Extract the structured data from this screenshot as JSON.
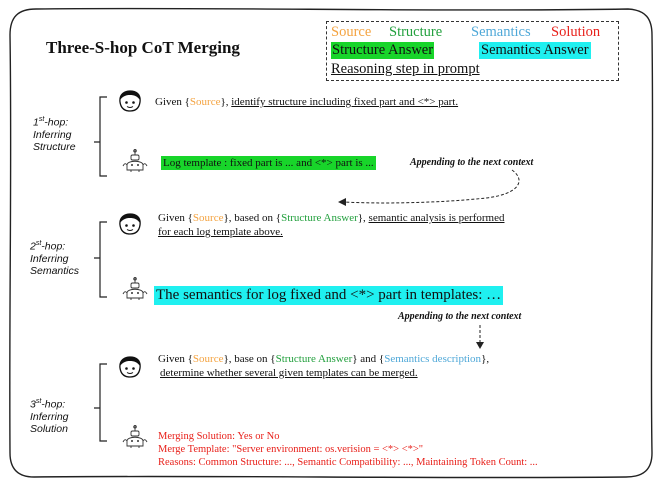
{
  "title": "Three-S-hop CoT Merging",
  "legend": {
    "source": "Source",
    "structure": "Structure",
    "semantics": "Semantics",
    "solution": "Solution",
    "structure_answer": "Structure Answer",
    "semantics_answer": "Semantics Answer",
    "reasoning_step": "Reasoning step in prompt"
  },
  "colors": {
    "source": "#f4a340",
    "structure": "#23a03e",
    "semantics": "#4fa8d8",
    "solution": "#e8211b",
    "structure_answer_bg": "#18d52a",
    "semantics_answer_bg": "#1ff0f0"
  },
  "hops": [
    {
      "sup": "st",
      "num": "1",
      "line1": "-hop:",
      "line2": "Inferring",
      "line3": "Structure",
      "prompt": {
        "given": "Given {",
        "source": "Source",
        "mid": "}, ",
        "reasoning": "identify structure including fixed part and <*> part."
      },
      "answer": "Log template : fixed part is ... and <*> part is ..."
    },
    {
      "sup": "st",
      "num": "2",
      "line1": "-hop:",
      "line2": "Inferring",
      "line3": "Semantics",
      "prompt": {
        "given": "Given {",
        "source": "Source",
        "mid": "}, based on {",
        "structure_answer": "Structure Answer",
        "mid2": "}, ",
        "reasoning_a": "semantic analysis is performed",
        "reasoning_b": "for each log template above."
      },
      "answer": "The semantics for log fixed and <*> part in templates: …"
    },
    {
      "sup": "st",
      "num": "3",
      "line1": "-hop:",
      "line2": "Inferring",
      "line3": "Solution",
      "prompt": {
        "given": "Given {",
        "source": "Source",
        "mid": "}, base on {",
        "structure_answer": "Structure Answer",
        "mid2": "} and {",
        "semantics_description": "Semantics description",
        "end": "},",
        "reasoning": "determine whether several given templates can be merged."
      },
      "answer_lines": [
        "Merging Solution: Yes or No",
        "Merge Template: \"Server environment: os.verision = <*> <*>\"",
        "Reasons: Common Structure: ..., Semantic Compatibility: ...,  Maintaining Token Count: ..."
      ]
    }
  ],
  "append_label": "Appending to the next context",
  "icons": {
    "user": "user-face-icon",
    "robot": "robot-icon"
  }
}
